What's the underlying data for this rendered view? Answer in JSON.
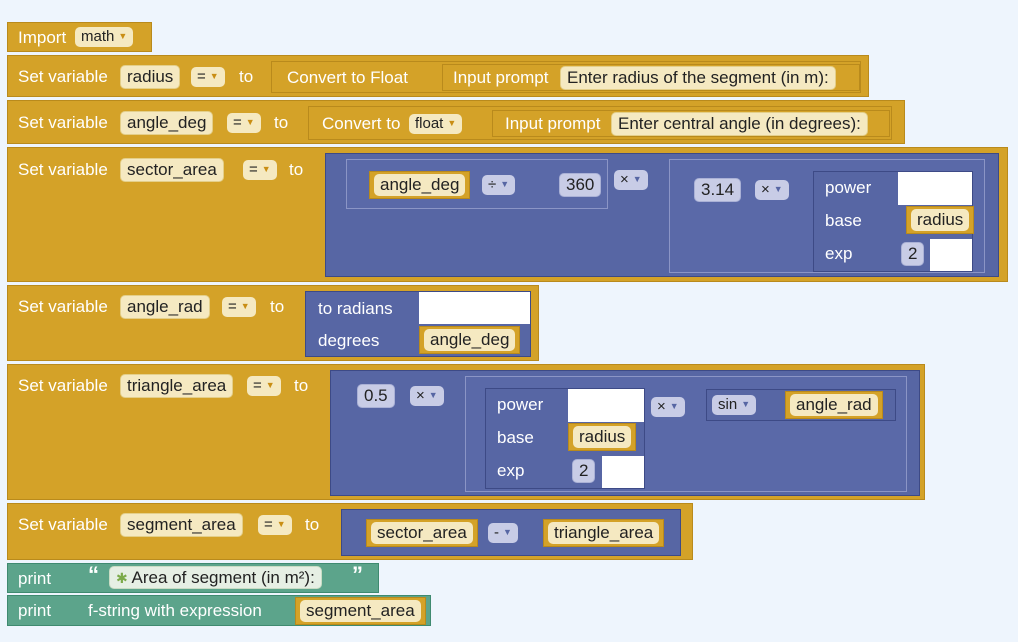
{
  "blocks": {
    "import": {
      "label": "Import",
      "module": "math"
    },
    "set_label": "Set variable",
    "eq": "=",
    "to": "to",
    "radius": {
      "var": "radius",
      "convert_label": "Convert to Float",
      "input_label": "Input prompt",
      "prompt": "Enter radius of the segment (in m):"
    },
    "angle_deg": {
      "var": "angle_deg",
      "convert_label": "Convert to",
      "convert_type": "float",
      "input_label": "Input prompt",
      "prompt": "Enter central angle (in degrees):"
    },
    "sector_area": {
      "var": "sector_area",
      "ref_angle": "angle_deg",
      "div_op": "÷",
      "divisor": "360",
      "mul_op": "×",
      "pi": "3.14",
      "mul_op2": "×",
      "power": "power",
      "base": "base",
      "base_var": "radius",
      "exp": "exp",
      "exp_val": "2"
    },
    "angle_rad": {
      "var": "angle_rad",
      "func": "to radians",
      "degrees": "degrees",
      "ref": "angle_deg"
    },
    "triangle_area": {
      "var": "triangle_area",
      "half": "0.5",
      "mul_op": "×",
      "power": "power",
      "base": "base",
      "base_var": "radius",
      "exp": "exp",
      "exp_val": "2",
      "mul_op2": "×",
      "func": "sin",
      "ref": "angle_rad"
    },
    "segment_area": {
      "var": "segment_area",
      "left": "sector_area",
      "op": "-",
      "right": "triangle_area"
    },
    "print1": {
      "label": "print",
      "quote_open": "“",
      "text": "Area of segment (in m²):",
      "quote_close": "”"
    },
    "print2": {
      "label": "print",
      "fstring": "f-string with expression",
      "ref": "segment_area"
    }
  },
  "colors": {
    "variable_block": "#d4a228",
    "math_block": "#5766a4",
    "print_block": "#5ca48b",
    "background": "#eef5fd"
  }
}
